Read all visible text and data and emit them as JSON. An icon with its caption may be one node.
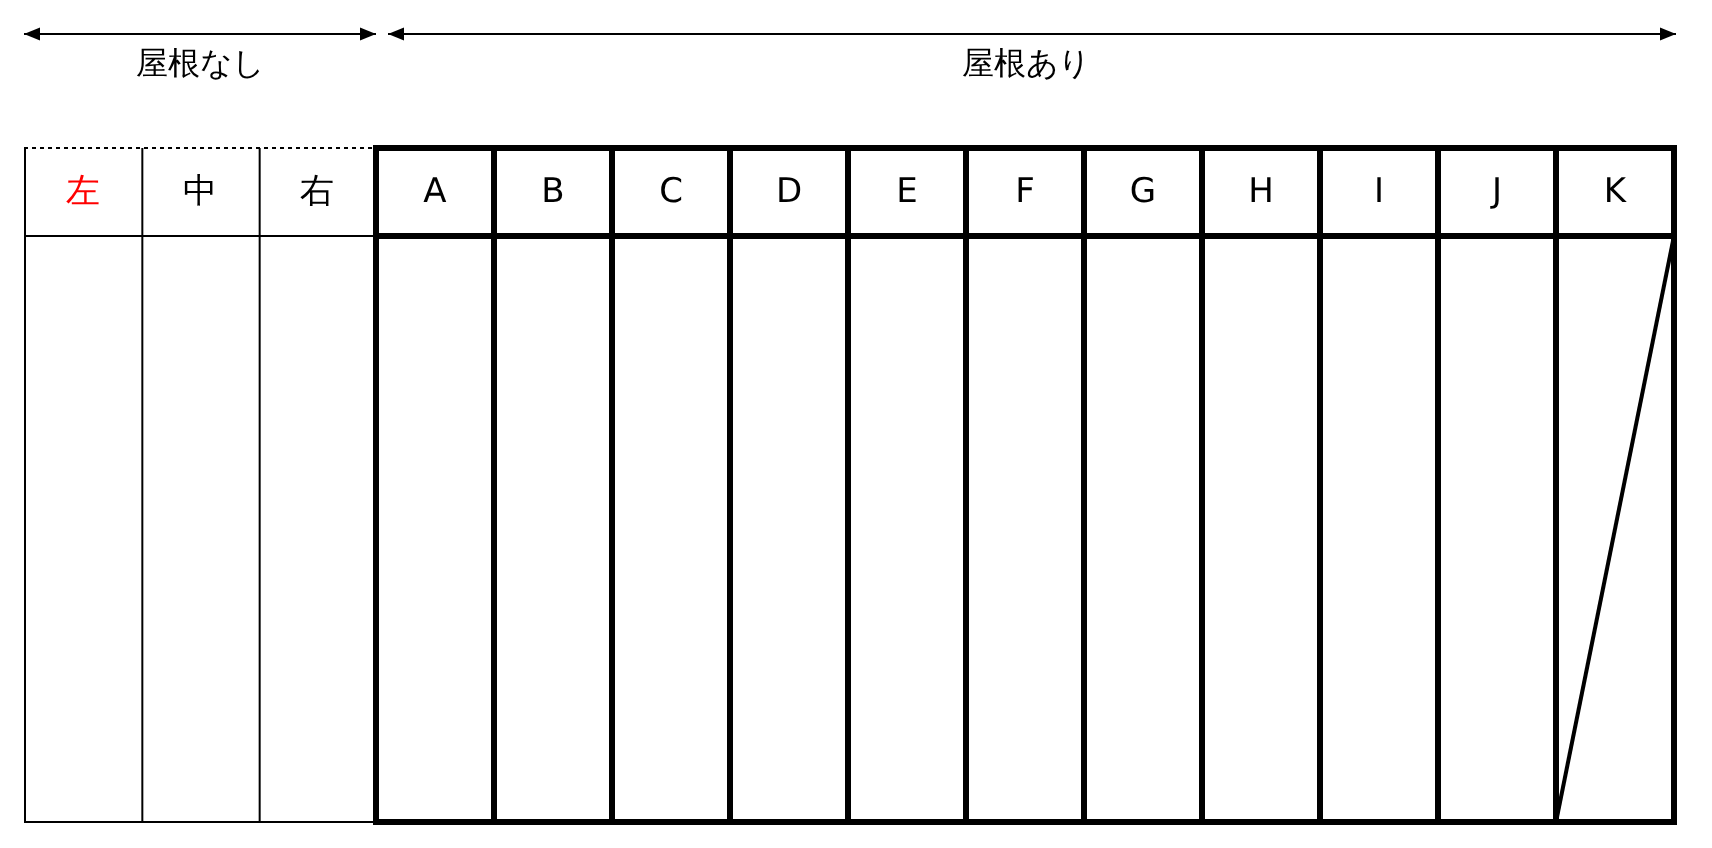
{
  "diagram": {
    "labels": [
      "屋根なし",
      "屋根あり",
      "左",
      "中",
      "右",
      "A",
      "B",
      "C",
      "D",
      "E",
      "F",
      "G",
      "H",
      "I",
      "J",
      "K"
    ]
  }
}
